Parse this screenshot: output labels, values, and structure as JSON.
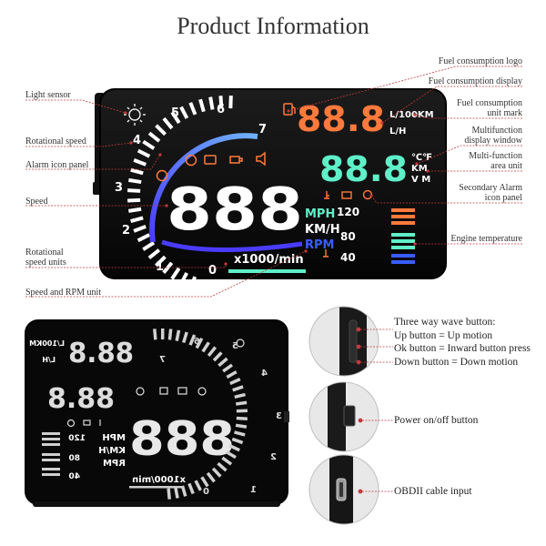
{
  "title": "Product Information",
  "callouts": {
    "light_sensor": "Light sensor",
    "rotational_speed": "Rotational speed",
    "alarm_icon_panel": "Alarm icon panel",
    "speed": "Speed",
    "rotational_speed_units_1": "Rotational",
    "rotational_speed_units_2": "speed units",
    "speed_rpm_unit": "Speed and RPM unit",
    "fuel_logo": "Fuel consumption logo",
    "fuel_display": "Fuel consumption display",
    "fuel_unit_1": "Fuel consumption",
    "fuel_unit_2": "unit mark",
    "multi_display_1": "Multifunction",
    "multi_display_2": "display window",
    "multi_area_1": "Multi-function",
    "multi_area_2": "area unit",
    "secondary_alarm_1": "Secondary Alarm",
    "secondary_alarm_2": "icon panel",
    "engine_temp": "Engine temperature"
  },
  "hud_front": {
    "fuel_value": "88.8",
    "fuel_unit_top": "L/100KM",
    "fuel_unit_bottom": "L/H",
    "multi_value": "88.8",
    "multi_unit_temp": "℃℉",
    "multi_unit_km": "KM",
    "multi_unit_vm": "V M",
    "speed_value": "888",
    "unit_mph": "MPH",
    "unit_kmh": "KM/H",
    "unit_rpm": "RPM",
    "rpm_unit": "x1000/min",
    "temp_120": "120",
    "temp_80": "80",
    "temp_40": "40",
    "dial_0": "0",
    "dial_1": "1",
    "dial_2": "2",
    "dial_3": "3",
    "dial_4": "4",
    "dial_5": "5",
    "dial_6": "6",
    "dial_7": "7",
    "colors": {
      "orange": "#ff7a3c",
      "cyan": "#5ff0c8",
      "blue": "#3a5cff",
      "white": "#ffffff"
    }
  },
  "hud_mirror": {
    "unit_top": "L/100KM",
    "unit_lh": "L/H",
    "fuel_value": "88.8",
    "multi_value": "88.8",
    "speed_value": "888",
    "unit_mph": "MPH",
    "unit_kmh": "KM/H",
    "unit_rpm": "RPM",
    "rpm_unit": "x1000/min",
    "temp_120": "120",
    "temp_80": "80",
    "temp_40": "40",
    "dial_0": "0",
    "dial_1": "1",
    "dial_2": "2",
    "dial_3": "3",
    "dial_4": "4",
    "dial_5": "5",
    "dial_6": "6",
    "dial_7": "7"
  },
  "buttons": {
    "wave_title": "Three way wave button:",
    "up": "Up button = Up motion",
    "ok": "Ok button = Inward button press",
    "down": "Down button = Down motion",
    "power": "Power on/off button",
    "obd": "OBDII cable input"
  }
}
